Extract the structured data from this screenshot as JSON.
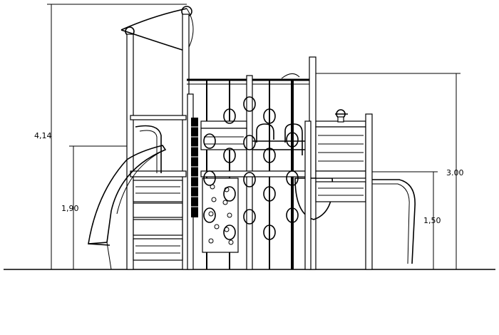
{
  "dimensions": {
    "total_height": "4,14",
    "slide_platform_height": "1,90",
    "right_post_height": "3.00",
    "right_platform_height": "1,50"
  }
}
